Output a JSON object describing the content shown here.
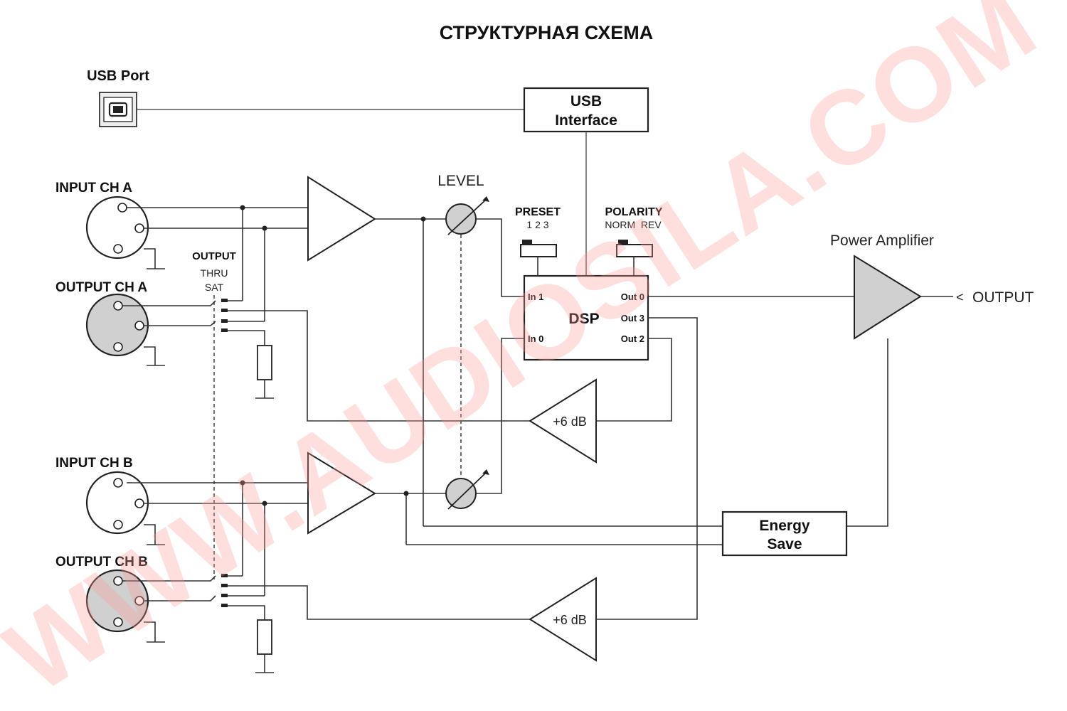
{
  "title": "СТРУКТУРНАЯ СХЕМА",
  "usb_port_label": "USB Port",
  "usb_interface": [
    "USB",
    "Interface"
  ],
  "input_ch_a": "INPUT CH A",
  "output_ch_a": "OUTPUT CH A",
  "input_ch_b": "INPUT CH B",
  "output_ch_b": "OUTPUT CH B",
  "output_switch": {
    "title": "OUTPUT",
    "opt1": "THRU",
    "opt2": "SAT"
  },
  "level_label": "LEVEL",
  "preset": {
    "label": "PRESET",
    "values": "1 2 3"
  },
  "polarity": {
    "label": "POLARITY",
    "values": "NORM  REV"
  },
  "dsp": {
    "label": "DSP",
    "in1": "In 1",
    "in0": "In 0",
    "out0": "Out 0",
    "out3": "Out 3",
    "out2": "Out 2"
  },
  "gain_amp_label": "+6 dB",
  "power_amp_label": "Power Amplifier",
  "output_label": "OUTPUT",
  "output_mark": "<",
  "energy_save": [
    "Energy",
    "Save"
  ],
  "watermark": "WWW.AUDIOSILA.COM",
  "colors": {
    "line": "#333333",
    "fill_grey": "#d0d0d0",
    "watermark": "#ff9999"
  }
}
